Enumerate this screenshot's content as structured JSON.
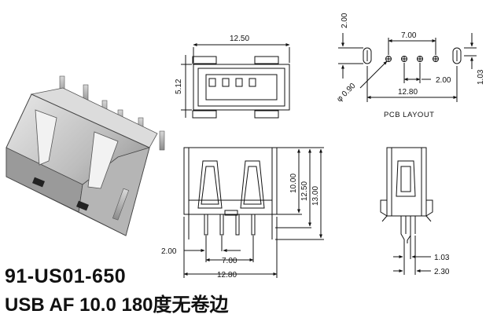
{
  "part_number": "91-US01-650",
  "description": "USB AF 10.0 180度无卷边",
  "top_view": {
    "width": "12.50",
    "height": "5.12"
  },
  "pcb_layout": {
    "label": "PCB LAYOUT",
    "dims": {
      "slot_height": "2.00",
      "pitch_outer": "7.00",
      "hole_dia": "0.90",
      "phi": "φ",
      "pitch_inner": "2.00",
      "total_width": "12.80",
      "offset": "1.03"
    }
  },
  "front_view": {
    "dims": {
      "h1": "10.00",
      "h2": "12.50",
      "h3": "13.00",
      "pin_pitch": "2.00",
      "pitch_outer": "7.00",
      "total_width": "12.80"
    }
  },
  "side_view": {
    "dims": {
      "offset": "1.03",
      "width": "2.30"
    }
  }
}
